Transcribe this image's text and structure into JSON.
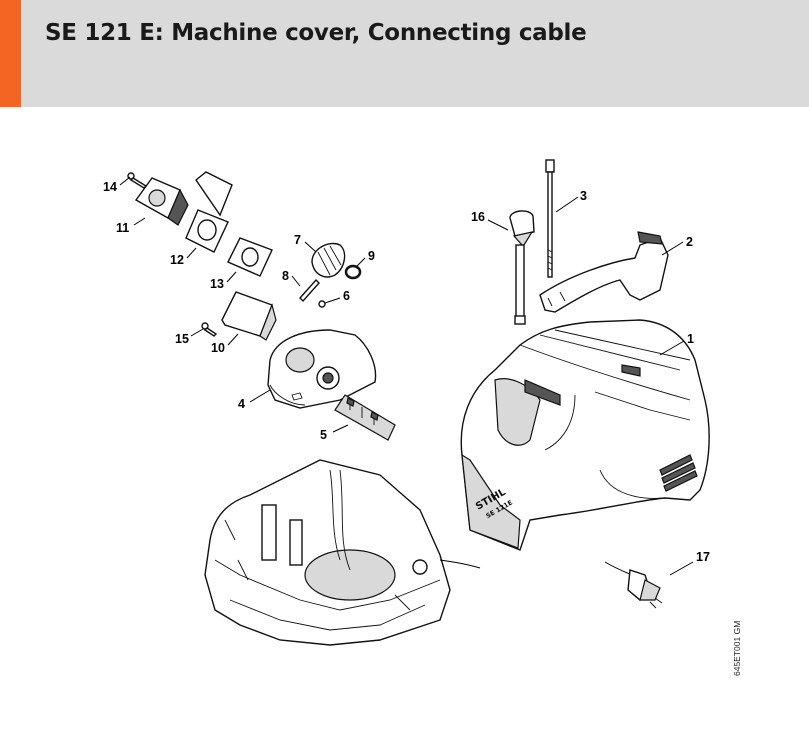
{
  "header": {
    "title": "SE 121 E: Machine cover, Connecting cable",
    "accent_color": "#f26522",
    "background_color": "#dadada"
  },
  "diagram": {
    "callouts": [
      "1",
      "2",
      "3",
      "4",
      "5",
      "6",
      "7",
      "8",
      "9",
      "10",
      "11",
      "12",
      "13",
      "14",
      "15",
      "16",
      "17"
    ],
    "brand_text": "STIHL",
    "model_text": "SE 121E",
    "image_code": "645ET001 GM"
  }
}
